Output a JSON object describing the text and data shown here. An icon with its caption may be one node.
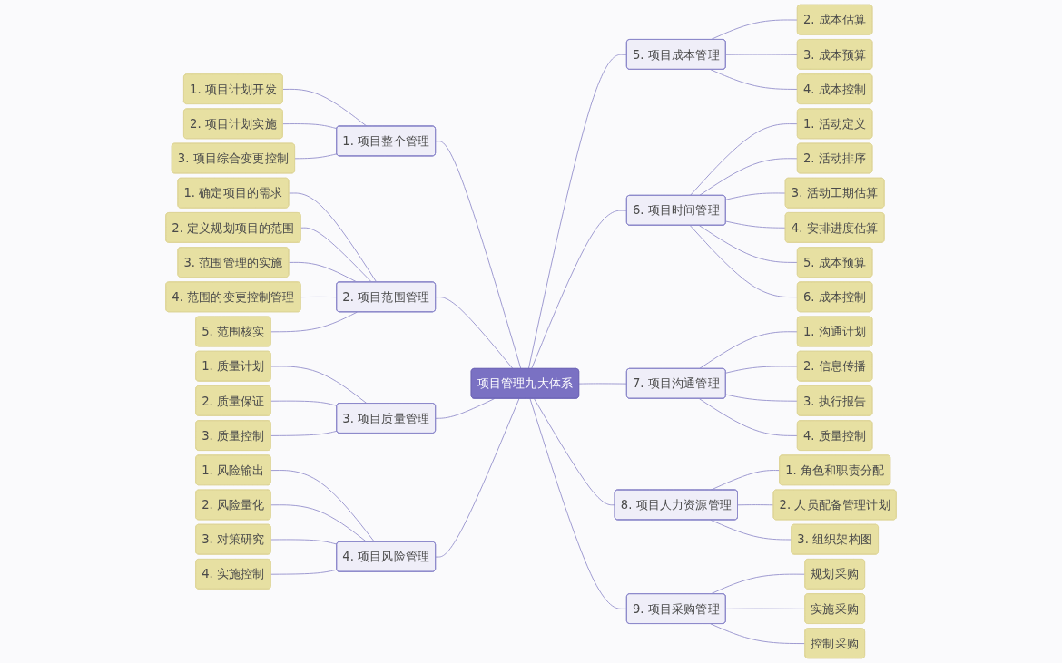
{
  "diagram": {
    "nodes": [
      {
        "text": [
          "项目管理九大体系"
        ]
      },
      {
        "text": [
          "1. 项目整个管理"
        ]
      },
      {
        "text": [
          "1. 项目计划开发"
        ]
      },
      {
        "text": [
          "2. 项目计划实施"
        ]
      },
      {
        "text": [
          "3. 项目综合变更控制"
        ]
      },
      {
        "text": [
          "2. 项目范围管理"
        ]
      },
      {
        "text": [
          "1. 确定项目的需求"
        ]
      },
      {
        "text": [
          "2. 定义规划项目的范围"
        ]
      },
      {
        "text": [
          "3. 范围管理的实施"
        ]
      },
      {
        "text": [
          "4. 范围的变更控制管理"
        ]
      },
      {
        "text": [
          "5. 范围核实"
        ]
      },
      {
        "text": [
          "3. 项目质量管理"
        ]
      },
      {
        "text": [
          "1. 质量计划"
        ]
      },
      {
        "text": [
          "2. 质量保证"
        ]
      },
      {
        "text": [
          "3. 质量控制"
        ]
      },
      {
        "text": [
          "4. 项目风险管理"
        ]
      },
      {
        "text": [
          "1. 风险输出"
        ]
      },
      {
        "text": [
          "2. 风险量化"
        ]
      },
      {
        "text": [
          "3. 对策研究"
        ]
      },
      {
        "text": [
          "4. 实施控制"
        ]
      },
      {
        "text": [
          "5. 项目成本管理"
        ]
      },
      {
        "text": [
          "2. 成本估算"
        ]
      },
      {
        "text": [
          "3. 成本预算"
        ]
      },
      {
        "text": [
          "4. 成本控制"
        ]
      },
      {
        "text": [
          "6. 项目时间管理"
        ]
      },
      {
        "text": [
          "1. 活动定义"
        ]
      },
      {
        "text": [
          "2. 活动排序"
        ]
      },
      {
        "text": [
          "3. 活动工期估算"
        ]
      },
      {
        "text": [
          "4. 安排进度估算"
        ]
      },
      {
        "text": [
          "5. 成本预算"
        ]
      },
      {
        "text": [
          "6. 成本控制"
        ]
      },
      {
        "text": [
          "7. 项目沟通管理"
        ]
      },
      {
        "text": [
          "1. 沟通计划"
        ]
      },
      {
        "text": [
          "2. 信息传播"
        ]
      },
      {
        "text": [
          "3. 执行报告"
        ]
      },
      {
        "text": [
          "4. 质量控制"
        ]
      },
      {
        "text": [
          "8. 项目人力资源管理"
        ]
      },
      {
        "text": [
          "1. 角色和职责分配"
        ]
      },
      {
        "text": [
          "2. 人员配备管理计划"
        ]
      },
      {
        "text": [
          "3. 组织架构图"
        ]
      },
      {
        "text": [
          "9. 项目采购管理"
        ]
      },
      {
        "text": [
          "规划采购"
        ]
      },
      {
        "text": [
          "实施采购"
        ]
      },
      {
        "text": [
          "控制采购"
        ]
      }
    ],
    "edges": [
      {
        "from": 0,
        "to": 1,
        "arrow": "none"
      },
      {
        "from": 1,
        "to": 2,
        "arrow": "none"
      },
      {
        "from": 1,
        "to": 3,
        "arrow": "none"
      },
      {
        "from": 1,
        "to": 4,
        "arrow": "none"
      },
      {
        "from": 0,
        "to": 5,
        "arrow": "none"
      },
      {
        "from": 5,
        "to": 6,
        "arrow": "none"
      },
      {
        "from": 5,
        "to": 7,
        "arrow": "none"
      },
      {
        "from": 5,
        "to": 8,
        "arrow": "none"
      },
      {
        "from": 5,
        "to": 9,
        "arrow": "none"
      },
      {
        "from": 5,
        "to": 10,
        "arrow": "none"
      },
      {
        "from": 0,
        "to": 11,
        "arrow": "none"
      },
      {
        "from": 11,
        "to": 12,
        "arrow": "none"
      },
      {
        "from": 11,
        "to": 13,
        "arrow": "none"
      },
      {
        "from": 11,
        "to": 14,
        "arrow": "none"
      },
      {
        "from": 0,
        "to": 15,
        "arrow": "none"
      },
      {
        "from": 15,
        "to": 16,
        "arrow": "none"
      },
      {
        "from": 15,
        "to": 17,
        "arrow": "none"
      },
      {
        "from": 15,
        "to": 18,
        "arrow": "none"
      },
      {
        "from": 15,
        "to": 19,
        "arrow": "none"
      },
      {
        "from": 0,
        "to": 20,
        "arrow": "none"
      },
      {
        "from": 20,
        "to": 21,
        "arrow": "none"
      },
      {
        "from": 20,
        "to": 22,
        "arrow": "none"
      },
      {
        "from": 20,
        "to": 23,
        "arrow": "none"
      },
      {
        "from": 0,
        "to": 24,
        "arrow": "none"
      },
      {
        "from": 24,
        "to": 25,
        "arrow": "none"
      },
      {
        "from": 24,
        "to": 26,
        "arrow": "none"
      },
      {
        "from": 24,
        "to": 27,
        "arrow": "none"
      },
      {
        "from": 24,
        "to": 28,
        "arrow": "none"
      },
      {
        "from": 24,
        "to": 29,
        "arrow": "none"
      },
      {
        "from": 24,
        "to": 30,
        "arrow": "none"
      },
      {
        "from": 0,
        "to": 31,
        "arrow": "none"
      },
      {
        "from": 31,
        "to": 32,
        "arrow": "none"
      },
      {
        "from": 31,
        "to": 33,
        "arrow": "none"
      },
      {
        "from": 31,
        "to": 34,
        "arrow": "none"
      },
      {
        "from": 31,
        "to": 35,
        "arrow": "none"
      },
      {
        "from": 0,
        "to": 36,
        "arrow": "none"
      },
      {
        "from": 36,
        "to": 37,
        "arrow": "none"
      },
      {
        "from": 36,
        "to": 38,
        "arrow": "none"
      },
      {
        "from": 36,
        "to": 39,
        "arrow": "none"
      },
      {
        "from": 0,
        "to": 40,
        "arrow": "none"
      },
      {
        "from": 40,
        "to": 41,
        "arrow": "none"
      },
      {
        "from": 40,
        "to": 42,
        "arrow": "none"
      },
      {
        "from": 40,
        "to": 43,
        "arrow": "none"
      }
    ]
  }
}
